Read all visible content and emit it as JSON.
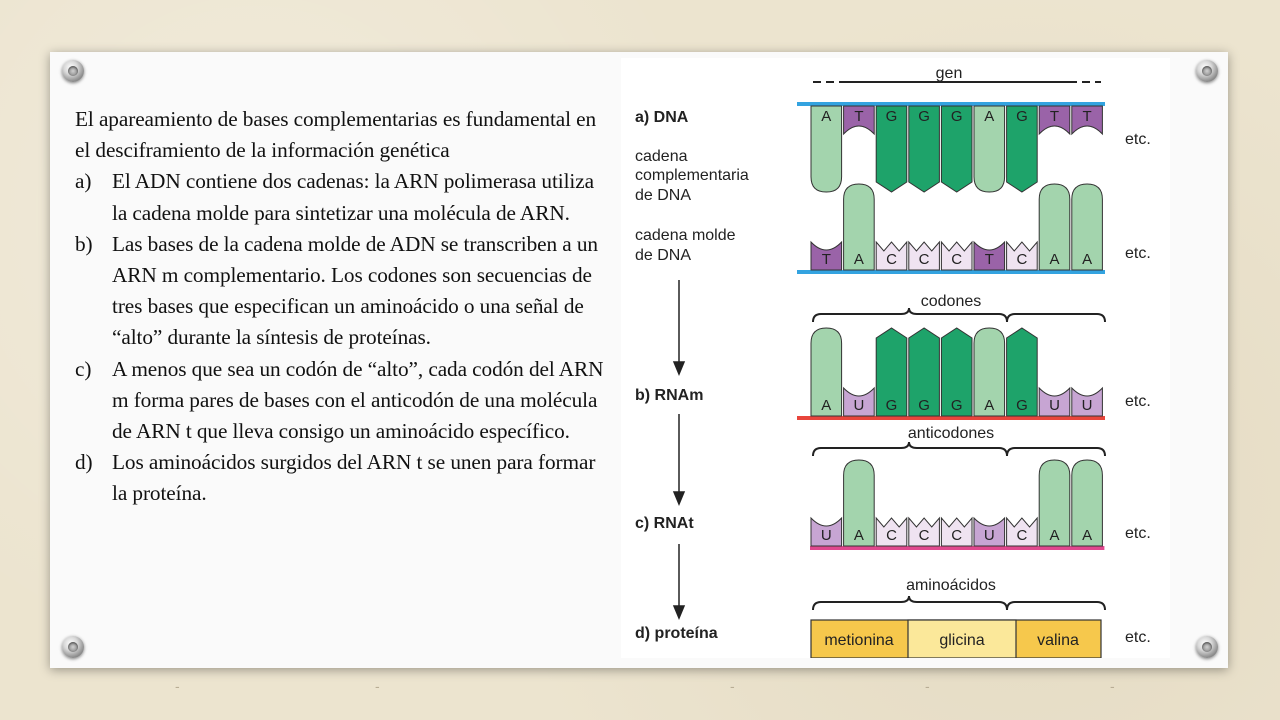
{
  "slide": {
    "intro": "El apareamiento de bases complementarias es fundamental en el desciframiento de la información genética",
    "items": [
      {
        "marker": "a)",
        "text": "El ADN contiene dos cadenas: la ARN polimerasa utiliza la cadena molde para sintetizar una molécula de ARN."
      },
      {
        "marker": "b)",
        "text": "Las bases de la cadena molde de ADN se transcriben a un ARN m complementario. Los codones son secuencias de tres bases que especifican un aminoácido o una señal de “alto” durante la síntesis de proteínas."
      },
      {
        "marker": "c)",
        "text": "A menos que sea un codón de “alto”, cada codón del ARN m forma pares de bases con el anticodón de una molécula de ARN t que lleva consigo un aminoácido específico."
      },
      {
        "marker": "d)",
        "text": "Los aminoácidos surgidos del ARN t se unen para formar la proteína."
      }
    ]
  },
  "figure": {
    "gene_label": "gen",
    "dna_label": "a) DNA",
    "complementary_label": [
      "cadena",
      "complementaria",
      "de DNA"
    ],
    "template_label": [
      "cadena molde",
      "de DNA"
    ],
    "codons_label": "codones",
    "mrna_label": "b) RNAm",
    "anticodons_label": "anticodones",
    "trna_label": "c) RNAt",
    "amino_label": "aminoácidos",
    "protein_label": "d) proteína",
    "etc": "etc.",
    "dna_top_bases": [
      "A",
      "T",
      "G",
      "G",
      "G",
      "A",
      "G",
      "T",
      "T"
    ],
    "dna_bottom_bases": [
      "T",
      "A",
      "C",
      "C",
      "C",
      "T",
      "C",
      "A",
      "A"
    ],
    "mrna_bases": [
      "A",
      "U",
      "G",
      "G",
      "G",
      "A",
      "G",
      "U",
      "U"
    ],
    "trna_bases": [
      [
        "U",
        "A",
        "C"
      ],
      [
        "C",
        "C",
        "U"
      ],
      [
        "C",
        "A",
        "A"
      ]
    ],
    "amino_acids": [
      "metionina",
      "glicina",
      "valina"
    ],
    "colors": {
      "A": "#a3d4ad",
      "T": "#9a63a8",
      "G": "#1ea36a",
      "C": "#efe3f1",
      "U": "#c7a5d3",
      "dna_strand": "#33a3e0",
      "mrna_strand": "#e8453c",
      "trna_strand": "#e0488e",
      "protein": "#f6c84c",
      "protein_mid": "#fbe89a"
    }
  }
}
